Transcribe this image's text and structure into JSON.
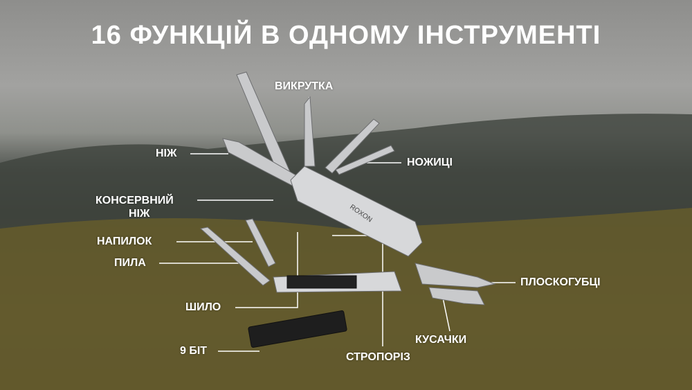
{
  "title": "16 ФУНКЦІЙ В ОДНОМУ ІНСТРУМЕНТІ",
  "brand": "ROXON",
  "labels": {
    "screwdriver": "ВИКРУТКА",
    "knife": "НІЖ",
    "scissors": "НОЖИЦІ",
    "can_opener_1": "КОНСЕРВНИЙ",
    "can_opener_2": "НІЖ",
    "file": "НАПИЛОК",
    "saw": "ПИЛА",
    "awl": "ШИЛО",
    "pliers": "ПЛОСКОГУБЦІ",
    "cutters": "КУСАЧКИ",
    "strap_cutter": "СТРОПОРІЗ",
    "bits": "9 БІТ"
  }
}
